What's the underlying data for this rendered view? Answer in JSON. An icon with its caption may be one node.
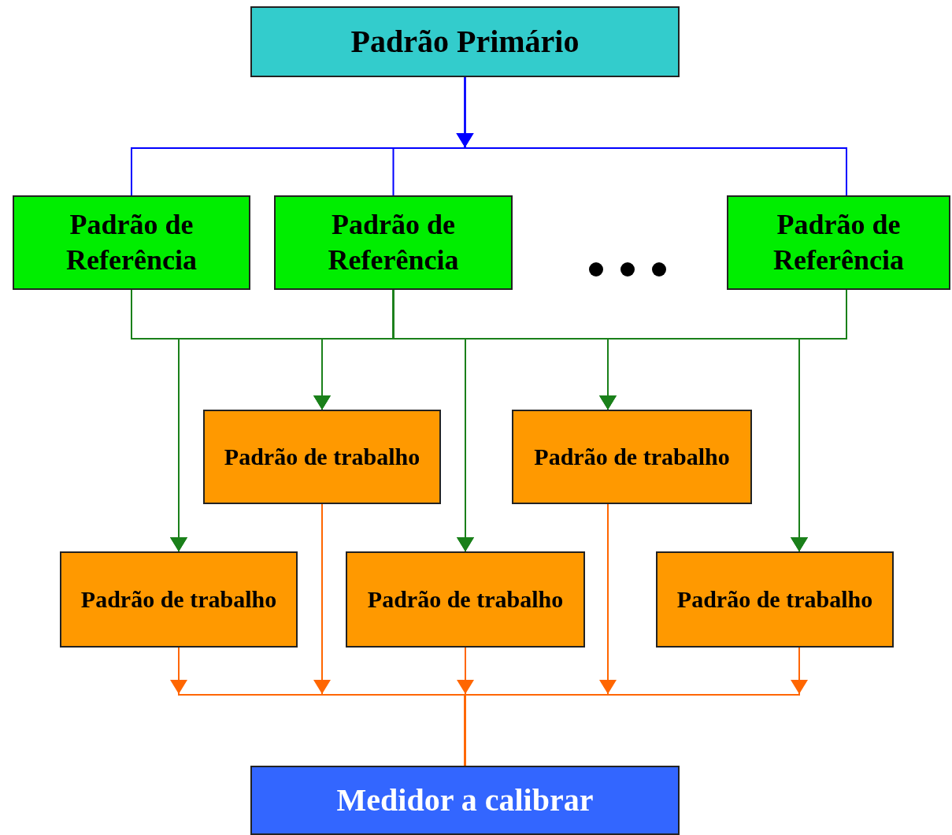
{
  "diagram": {
    "nodes": [
      {
        "text": [
          "Padrão Primário"
        ]
      },
      {
        "text": [
          "Padrão de Referência"
        ]
      },
      {
        "text": [
          "Padrão de Referência"
        ]
      },
      {
        "text": [
          "Padrão de Referência"
        ]
      },
      {
        "text": [
          "Padrão de trabalho"
        ]
      },
      {
        "text": [
          "Padrão de trabalho"
        ]
      },
      {
        "text": [
          "Padrão de trabalho"
        ]
      },
      {
        "text": [
          "Padrão de trabalho"
        ]
      },
      {
        "text": [
          "Padrão de trabalho"
        ]
      },
      {
        "text": [
          "Medidor a calibrar"
        ]
      }
    ],
    "edges": [
      {
        "from": 0,
        "to": 1,
        "arrow": "to",
        "color": "#0000ff"
      },
      {
        "from": 0,
        "to": 2,
        "arrow": "to",
        "color": "#0000ff"
      },
      {
        "from": 0,
        "to": 3,
        "arrow": "to",
        "color": "#0000ff"
      },
      {
        "from": 1,
        "to": 6,
        "arrow": "to"
      },
      {
        "from": 1,
        "to": 4,
        "arrow": "to"
      },
      {
        "from": 1,
        "to": 7,
        "arrow": "to"
      },
      {
        "from": 1,
        "to": 5,
        "arrow": "to"
      },
      {
        "from": 1,
        "to": 8,
        "arrow": "to"
      },
      {
        "from": 2,
        "to": 6,
        "arrow": "to"
      },
      {
        "from": 2,
        "to": 4,
        "arrow": "to"
      },
      {
        "from": 2,
        "to": 7,
        "arrow": "to"
      },
      {
        "from": 2,
        "to": 5,
        "arrow": "to"
      },
      {
        "from": 2,
        "to": 8,
        "arrow": "to"
      },
      {
        "from": 3,
        "to": 6,
        "arrow": "to"
      },
      {
        "from": 3,
        "to": 4,
        "arrow": "to"
      },
      {
        "from": 3,
        "to": 7,
        "arrow": "to"
      },
      {
        "from": 3,
        "to": 5,
        "arrow": "to"
      },
      {
        "from": 3,
        "to": 8,
        "arrow": "to"
      },
      {
        "from": 6,
        "to": 9,
        "arrow": "to",
        "color": "#ff6600"
      },
      {
        "from": 4,
        "to": 9,
        "arrow": "to",
        "color": "#ff6600"
      },
      {
        "from": 7,
        "to": 9,
        "arrow": "to",
        "color": "#ff6600"
      },
      {
        "from": 5,
        "to": 9,
        "arrow": "to",
        "color": "#ff6600"
      },
      {
        "from": 8,
        "to": 9,
        "arrow": "to",
        "color": "#ff6600"
      }
    ]
  }
}
